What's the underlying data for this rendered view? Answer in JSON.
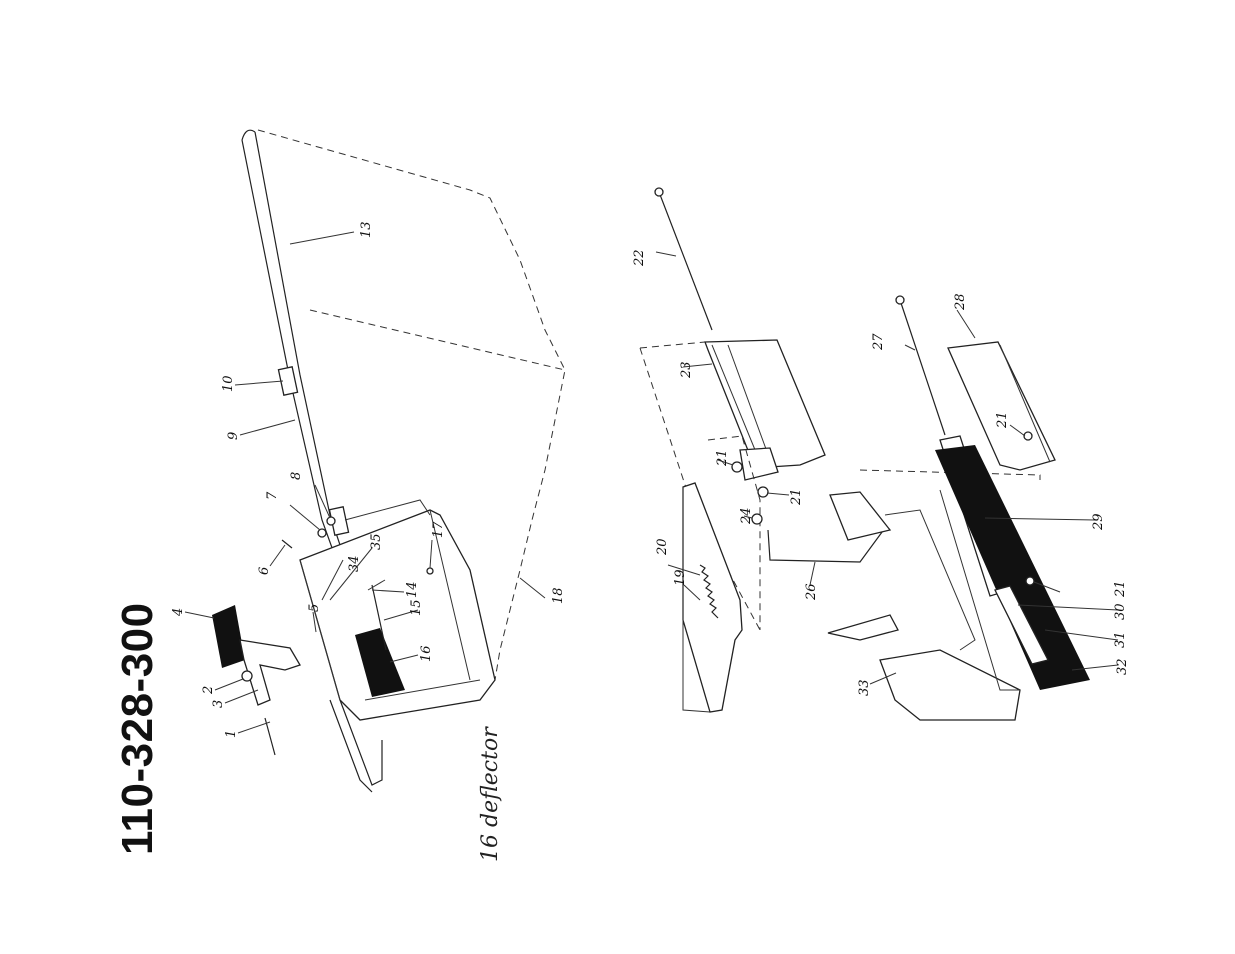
{
  "document": {
    "part_number": "110-328-300",
    "handwritten_note": "16 deflector"
  },
  "callouts": [
    "1",
    "2",
    "3",
    "4",
    "5",
    "6",
    "7",
    "8",
    "9",
    "10",
    "13",
    "14",
    "15",
    "16",
    "17",
    "18",
    "19",
    "20",
    "21",
    "21",
    "21",
    "21",
    "22",
    "23",
    "24",
    "26",
    "27",
    "28",
    "29",
    "30",
    "31",
    "32",
    "33",
    "34",
    "35"
  ]
}
